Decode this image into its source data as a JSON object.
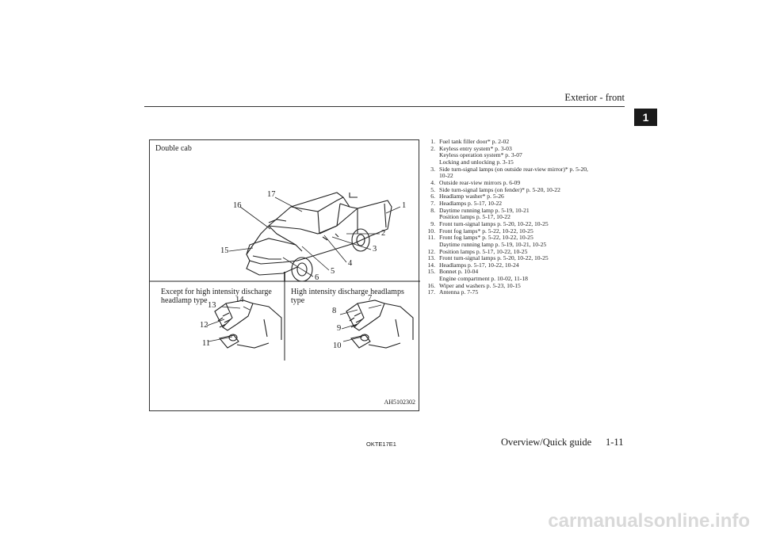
{
  "header": {
    "section_title": "Exterior - front",
    "chapter_tab": "1"
  },
  "figure": {
    "caption_top": "Double cab",
    "panel_left_label": "Except for high intensity discharge headlamp type",
    "panel_right_label": "High intensity discharge headlamps type",
    "image_code": "AH5102302",
    "callouts": [
      "1",
      "2",
      "3",
      "4",
      "5",
      "6",
      "7",
      "8",
      "9",
      "10",
      "11",
      "12",
      "13",
      "14",
      "15",
      "16",
      "17"
    ]
  },
  "items": [
    {
      "num": "1.",
      "lines": [
        "Fuel tank filler door* p. 2-02"
      ]
    },
    {
      "num": "2.",
      "lines": [
        "Keyless entry system* p. 3-03",
        "Keyless operation system* p. 3-07",
        "Locking and unlocking p. 3-15"
      ]
    },
    {
      "num": "3.",
      "lines": [
        "Side turn-signal lamps (on outside rear-view mirror)* p. 5-20,",
        "10-22"
      ]
    },
    {
      "num": "4.",
      "lines": [
        "Outside rear-view mirrors p. 6-09"
      ]
    },
    {
      "num": "5.",
      "lines": [
        "Side turn-signal lamps (on fender)* p. 5-20, 10-22"
      ]
    },
    {
      "num": "6.",
      "lines": [
        "Headlamp washer* p. 5-26"
      ]
    },
    {
      "num": "7.",
      "lines": [
        "Headlamps p. 5-17, 10-22"
      ]
    },
    {
      "num": "8.",
      "lines": [
        "Daytime running lamp p. 5-19, 10-21",
        "Position lamps p. 5-17, 10-22"
      ]
    },
    {
      "num": "9.",
      "lines": [
        "Front turn-signal lamps p. 5-20, 10-22, 10-25"
      ]
    },
    {
      "num": "10.",
      "lines": [
        "Front fog lamps* p. 5-22, 10-22, 10-25"
      ]
    },
    {
      "num": "11.",
      "lines": [
        "Front fog lamps* p. 5-22, 10-22, 10-25",
        "Daytime running lamp p. 5-19, 10-21, 10-25"
      ]
    },
    {
      "num": "12.",
      "lines": [
        "Position lamps p. 5-17, 10-22, 10-25"
      ]
    },
    {
      "num": "13.",
      "lines": [
        "Front turn-signal lamps p. 5-20, 10-22, 10-25"
      ]
    },
    {
      "num": "14.",
      "lines": [
        "Headlamps p. 5-17, 10-22, 10-24"
      ]
    },
    {
      "num": "15.",
      "lines": [
        "Bonnet p. 10-04",
        "Engine compartment p. 10-02, 11-18"
      ]
    },
    {
      "num": "16.",
      "lines": [
        "Wiper and washers p. 5-23, 10-15"
      ]
    },
    {
      "num": "17.",
      "lines": [
        "Antenna p. 7-75"
      ]
    }
  ],
  "footer": {
    "doc_code": "OKTE17E1",
    "section": "Overview/Quick guide",
    "page": "1-11"
  },
  "watermark": "carmanualsonline.info"
}
